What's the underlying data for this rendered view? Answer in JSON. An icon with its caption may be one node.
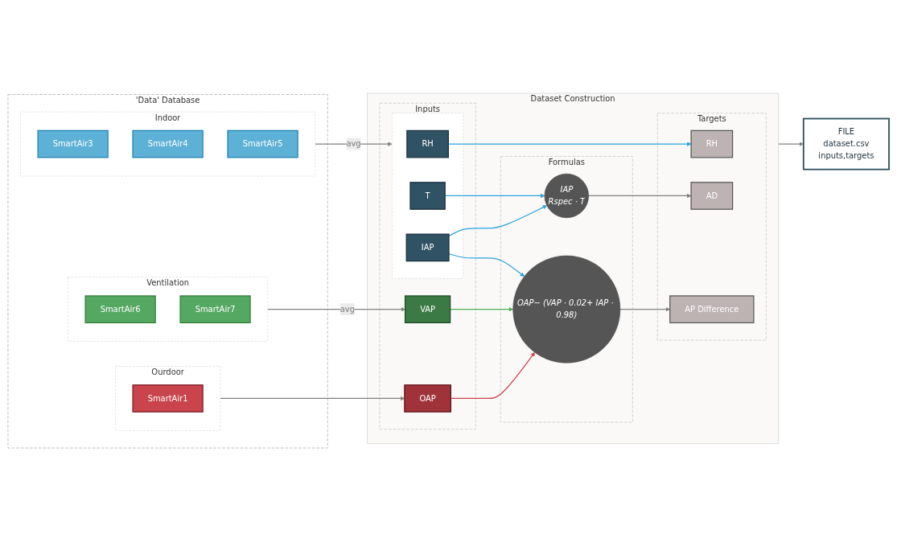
{
  "diagram": {
    "nodes": [
      {
        "text": [
          "'Data' Database"
        ]
      },
      {
        "text": [
          "Indoor"
        ],
        "in": 0
      },
      {
        "text": [
          "SmartAir3"
        ],
        "in": 1
      },
      {
        "text": [
          "SmartAir4"
        ],
        "in": 1
      },
      {
        "text": [
          "SmartAir5"
        ],
        "in": 1
      },
      {
        "text": [
          "Ventilation"
        ],
        "in": 0
      },
      {
        "text": [
          "SmartAir6"
        ],
        "in": 5
      },
      {
        "text": [
          "SmartAir7"
        ],
        "in": 5
      },
      {
        "text": [
          "Ourdoor"
        ],
        "in": 0
      },
      {
        "text": [
          "SmartAir1"
        ],
        "in": 8
      },
      {
        "text": [
          "Dataset Construction"
        ]
      },
      {
        "text": [
          "Inputs"
        ],
        "in": 10
      },
      {
        "text": [],
        "shape": "box",
        "in": 11
      },
      {
        "text": [
          "RH"
        ],
        "in": 12
      },
      {
        "text": [
          "T"
        ],
        "in": 12
      },
      {
        "text": [
          "IAP"
        ],
        "in": 12
      },
      {
        "text": [
          "VAP"
        ],
        "in": 11
      },
      {
        "text": [
          "OAP"
        ],
        "in": 11
      },
      {
        "text": [
          "Formulas"
        ],
        "in": 10
      },
      {
        "text": [
          "IAP",
          "Rspec · T"
        ],
        "in": 18
      },
      {
        "text": [
          "OAP− (VAP · 0.02+ IAP · 0.98)"
        ],
        "in": 18
      },
      {
        "text": [
          "Targets"
        ],
        "in": 10
      },
      {
        "text": [
          "RH"
        ],
        "in": 21
      },
      {
        "text": [
          "AD"
        ],
        "in": 21
      },
      {
        "text": [
          "AP Difference"
        ],
        "in": 21
      },
      {
        "text": [
          "FILE",
          "dataset.csv",
          "inputs,targets"
        ]
      }
    ],
    "edges": [
      {
        "from": 1,
        "to": 12,
        "arrow": "to",
        "label": "avg"
      },
      {
        "from": 5,
        "to": 16,
        "arrow": "to",
        "label": "avg"
      },
      {
        "from": 8,
        "to": 17,
        "arrow": "to"
      },
      {
        "from": 13,
        "to": 22,
        "arrow": "to",
        "color": "#29a3dd"
      },
      {
        "from": 14,
        "to": 19,
        "arrow": "to",
        "color": "#29a3dd"
      },
      {
        "from": 15,
        "to": 19,
        "arrow": "to",
        "color": "#29a3dd"
      },
      {
        "from": 15,
        "to": 20,
        "arrow": "to",
        "color": "#29a3dd"
      },
      {
        "from": 16,
        "to": 20,
        "arrow": "to",
        "color": "#4caf50"
      },
      {
        "from": 17,
        "to": 20,
        "arrow": "to",
        "color": "#d04048"
      },
      {
        "from": 19,
        "to": 23,
        "arrow": "to"
      },
      {
        "from": 20,
        "to": 24,
        "arrow": "to"
      },
      {
        "from": 10,
        "to": 25,
        "arrow": "to"
      }
    ]
  }
}
